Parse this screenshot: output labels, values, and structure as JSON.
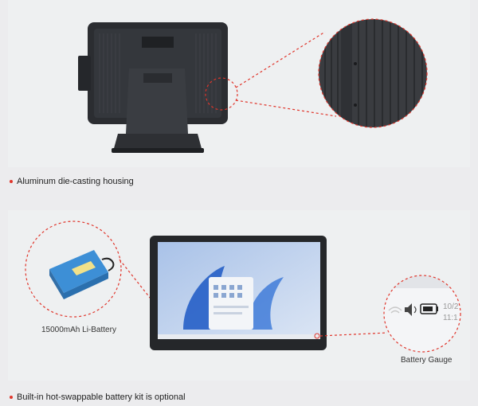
{
  "features": {
    "housing": "Aluminum die-casting housing",
    "battery": "Built-in hot-swappable battery kit is optional"
  },
  "labels": {
    "battery_capacity": "15000mAh  Li-Battery",
    "battery_gauge": "Battery Gauge",
    "tray_time": "10/2",
    "tray_time2": "11:1"
  },
  "colors": {
    "accent_red": "#e0352b",
    "panel_bg": "#eef0f1",
    "device_dark": "#2b2d31",
    "battery_blue": "#3d8fd6"
  },
  "icons": [
    "wifi-icon",
    "speaker-icon",
    "battery-gauge-icon"
  ]
}
